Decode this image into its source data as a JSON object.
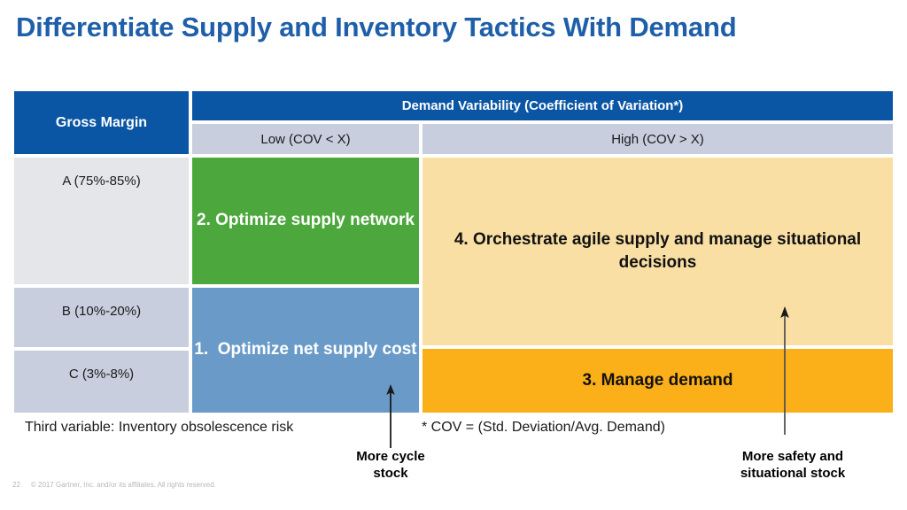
{
  "slide": {
    "title": "Differentiate Supply and Inventory Tactics With Demand",
    "title_color": "#1F5FA9"
  },
  "matrix": {
    "row_axis_header": "Gross Margin",
    "column_axis_header": "Demand Variability (Coefficient of Variation*)",
    "column_headers": [
      "Low (COV < X)",
      "High (COV > X)"
    ],
    "row_headers": [
      "A (75%-85%)",
      "B (10%-20%)",
      "C (3%-8%)"
    ],
    "quadrants": [
      {
        "id": "quadrant-2",
        "number": "2.",
        "label": "2. Optimize supply network",
        "color": "#4CA83C",
        "text_color": "#FFFFFF"
      },
      {
        "id": "quadrant-1",
        "number": "1.",
        "label": "1.  Optimize net supply cost",
        "color": "#6A9BC8",
        "text_color": "#FFFFFF"
      },
      {
        "id": "quadrant-4",
        "number": "4.",
        "label": "4. Orchestrate agile supply and manage situational decisions",
        "color": "#F9DFA4",
        "text_color": "#111111"
      },
      {
        "id": "quadrant-3",
        "number": "3.",
        "label": "3. Manage demand",
        "color": "#FBAF18",
        "text_color": "#111111"
      }
    ],
    "header_color": "#0B56A4",
    "subheader_color": "#C8CEDE",
    "row_a_color": "#E4E6EA",
    "row_bc_color": "#C8CEDE"
  },
  "footnotes": {
    "third_variable": "Third variable: Inventory obsolescence risk",
    "cov_definition": "* COV = (Std. Deviation/Avg. Demand)"
  },
  "callouts": [
    {
      "id": "cycle-stock",
      "label": "More cycle\nstock",
      "direction": "up"
    },
    {
      "id": "safety-stock",
      "label": "More safety and\nsituational stock",
      "direction": "up"
    }
  ],
  "footer": {
    "page_number": "22",
    "copyright": "© 2017 Gartner, Inc. and/or its affiliates. All rights reserved."
  }
}
